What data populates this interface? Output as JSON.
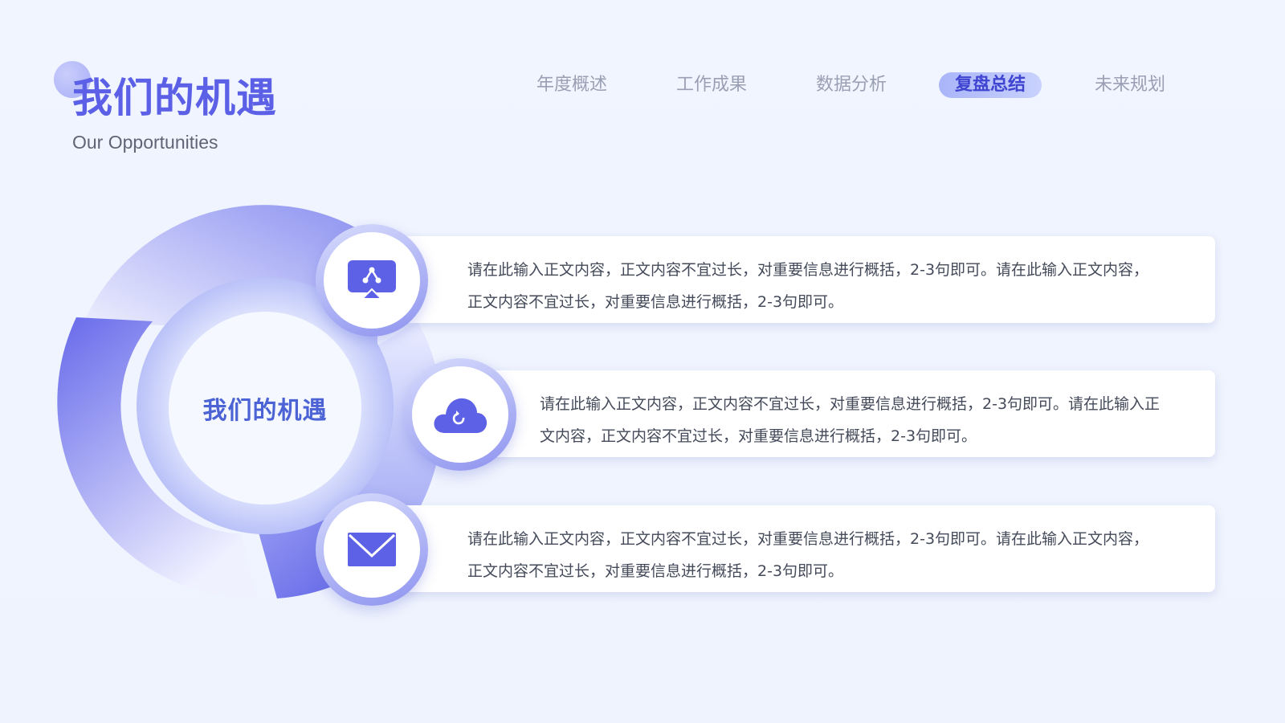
{
  "header": {
    "title": "我们的机遇",
    "subtitle": "Our Opportunities"
  },
  "nav": {
    "items": [
      {
        "label": "年度概述",
        "active": false
      },
      {
        "label": "工作成果",
        "active": false
      },
      {
        "label": "数据分析",
        "active": false
      },
      {
        "label": "复盘总结",
        "active": true
      },
      {
        "label": "未来规划",
        "active": false
      }
    ]
  },
  "diagram": {
    "center_label": "我们的机遇"
  },
  "cards": [
    {
      "icon": "presentation-icon",
      "line1": "请在此输入正文内容，正文内容不宜过长，对重要信息进行概括，2-3句即可。请在此输入正文内容，",
      "line2": "正文内容不宜过长，对重要信息进行概括，2-3句即可。"
    },
    {
      "icon": "cloud-sync-icon",
      "line1": "请在此输入正文内容，正文内容不宜过长，对重要信息进行概括，2-3句即可。请在此输入正",
      "line2": "文内容，正文内容不宜过长，对重要信息进行概括，2-3句即可。"
    },
    {
      "icon": "mail-icon",
      "line1": "请在此输入正文内容，正文内容不宜过长，对重要信息进行概括，2-3句即可。请在此输入正文内容，",
      "line2": "正文内容不宜过长，对重要信息进行概括，2-3句即可。"
    }
  ],
  "colors": {
    "accent": "#5b60e6",
    "accent_light": "#a8aef7",
    "background": "#f1f5ff",
    "text": "#444a5a"
  }
}
